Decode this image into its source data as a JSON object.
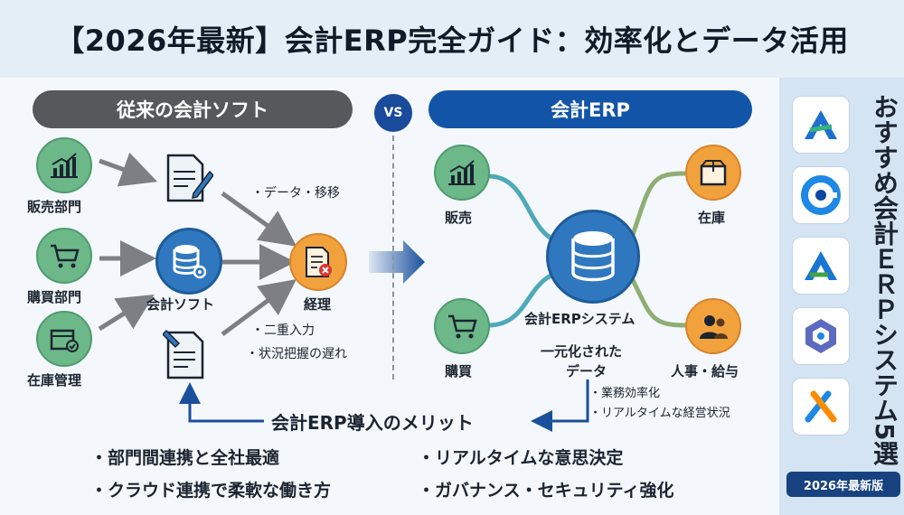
{
  "header": {
    "title": "【2026年最新】会計ERP完全ガイド：効率化とデータ活用"
  },
  "legacy": {
    "title": "従来の会計ソフト",
    "departments": [
      "販売部門",
      "購買部門",
      "在庫管理"
    ],
    "software_label": "会計ソフト",
    "accounting_label": "経理",
    "note_top": "・データ・移移",
    "notes_bottom": [
      "・二重入力",
      "・状況把握の遅れ"
    ]
  },
  "vs_label": "VS",
  "erp": {
    "title": "会計ERP",
    "modules": {
      "sales": "販売",
      "inventory": "在庫",
      "purchasing": "購買",
      "hr": "人事・給与"
    },
    "hub_label": "会計ERPシステム",
    "hub_sublabel_1": "一元化された",
    "hub_sublabel_2": "データ",
    "effects": [
      "・業務効率化",
      "・リアルタイムな経営状況"
    ]
  },
  "merits": {
    "title": "会計ERP導入のメリット",
    "items": [
      "・部門間連携と全社最適",
      "・リアルタイムな意思決定",
      "・クラウド連携で柔軟な働き方",
      "・ガバナンス・セキュリティ強化"
    ]
  },
  "sidebar": {
    "title": "おすすめ会計ＥＲＰシステム5選",
    "badge": "2026年最新版",
    "logos": [
      "logo-1-icon",
      "logo-2-icon",
      "logo-3-icon",
      "logo-4-icon",
      "logo-5-icon"
    ]
  },
  "colors": {
    "navy": "#1254a8",
    "gray": "#56585c",
    "green": "#6cb889",
    "orange": "#f2a23c",
    "blue": "#2f78bf"
  }
}
